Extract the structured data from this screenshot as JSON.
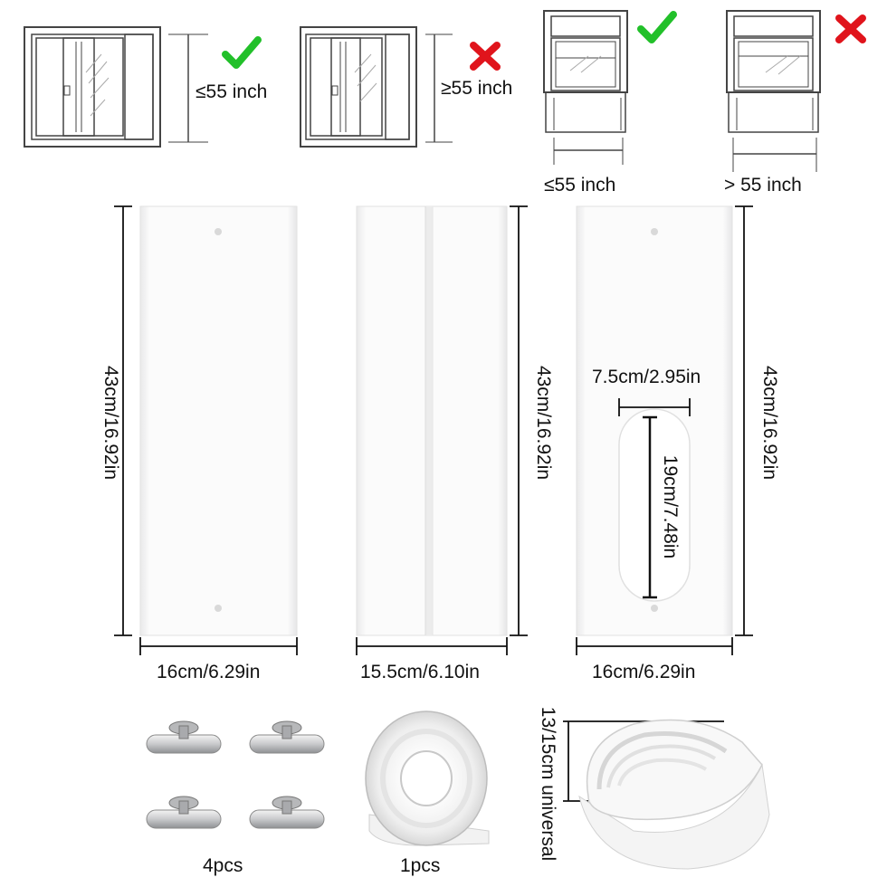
{
  "window_fit": {
    "sliding_ok_label": "≤55 inch",
    "sliding_bad_label": "≥55 inch",
    "hung_ok_label": "≤55 inch",
    "hung_bad_label": "> 55 inch",
    "ok_color": "#22c02a",
    "bad_color": "#e0141c",
    "ok_icon": "check-icon",
    "bad_icon": "cross-icon"
  },
  "panels": {
    "height_label": "43cm/16.92in",
    "panel1_width": "16cm/6.29in",
    "panel2_width": "15.5cm/6.10in",
    "panel3_width": "16cm/6.29in",
    "hole_width": "7.5cm/2.95in",
    "hole_height": "19cm/7.48in"
  },
  "accessories": {
    "screws_count": "4pcs",
    "tape_count": "1pcs",
    "adapter_label": "13/15cm universal"
  }
}
